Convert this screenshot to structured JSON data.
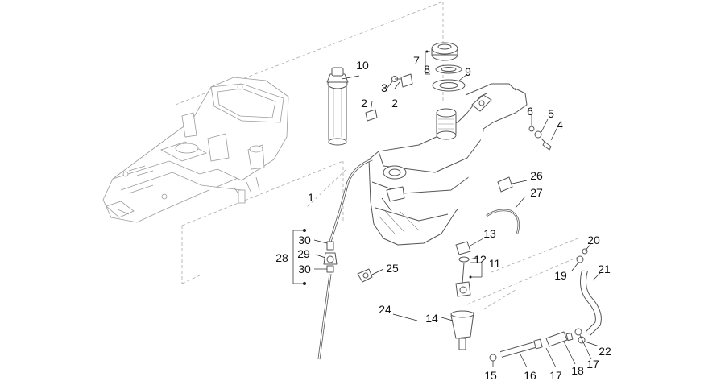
{
  "callouts": {
    "c1": "1",
    "c2a": "2",
    "c2b": "2",
    "c3": "3",
    "c4": "4",
    "c5": "5",
    "c6": "6",
    "c7": "7",
    "c8": "8",
    "c9": "9",
    "c10": "10",
    "c11": "11",
    "c12": "12",
    "c13": "13",
    "c14": "14",
    "c15": "15",
    "c16": "16",
    "c17a": "17",
    "c17b": "17",
    "c18": "18",
    "c19": "19",
    "c20": "20",
    "c21": "21",
    "c22": "22",
    "c24": "24",
    "c25": "25",
    "c26": "26",
    "c27": "27",
    "c28": "28",
    "c29": "29",
    "c30a": "30",
    "c30b": "30"
  }
}
